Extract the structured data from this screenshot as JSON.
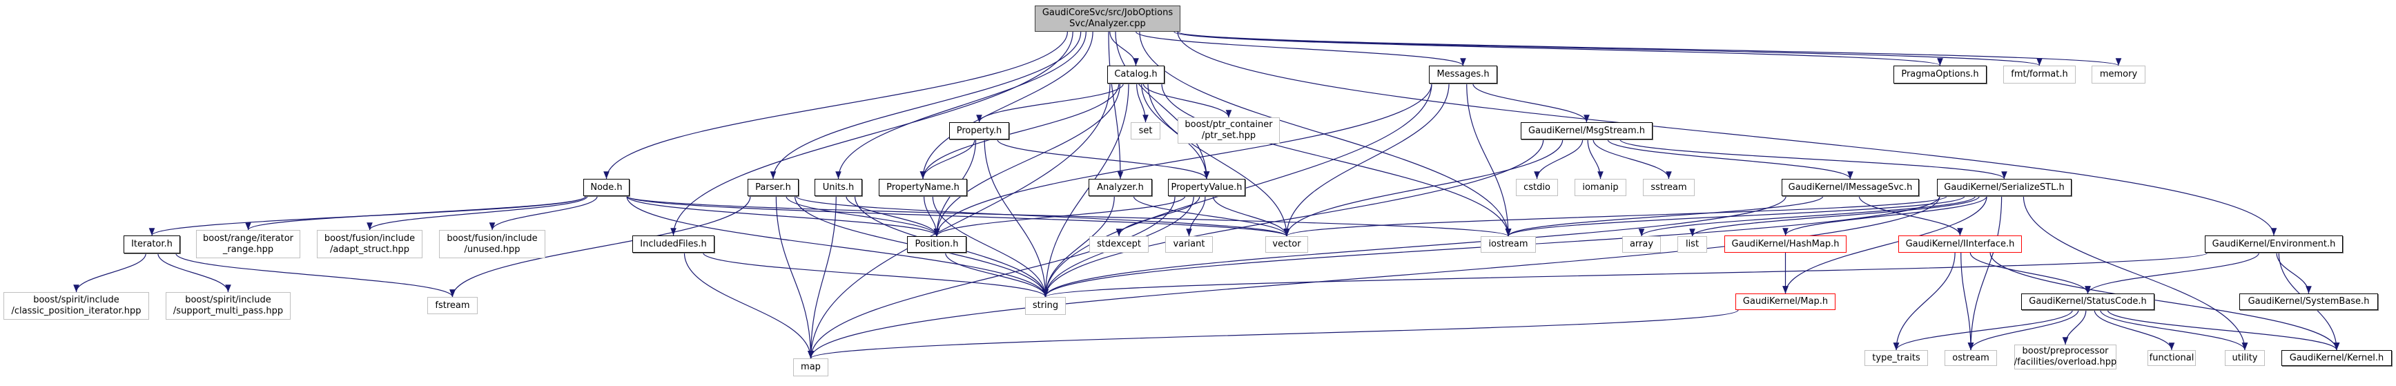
{
  "diagram": {
    "title": "GaudiCoreSvc/src/JobOptionsSvc/Analyzer.cpp include dependency graph",
    "colors": {
      "edge": "#191970",
      "root_fill": "#bfbfbf",
      "file_border": "#000000",
      "external_border": "#bfbfbf",
      "missing_border": "#ff0000"
    },
    "nodes": [
      {
        "id": "root",
        "label": "GaudiCoreSvc/src/JobOptions\nSvc/Analyzer.cpp",
        "kind": "root"
      },
      {
        "id": "catalog",
        "label": "Catalog.h",
        "kind": "file"
      },
      {
        "id": "messages",
        "label": "Messages.h",
        "kind": "file"
      },
      {
        "id": "pragma",
        "label": "PragmaOptions.h",
        "kind": "file"
      },
      {
        "id": "fmt",
        "label": "fmt/format.h",
        "kind": "external"
      },
      {
        "id": "memory",
        "label": "memory",
        "kind": "external"
      },
      {
        "id": "property",
        "label": "Property.h",
        "kind": "file"
      },
      {
        "id": "set",
        "label": "set",
        "kind": "external"
      },
      {
        "id": "ptrset",
        "label": "boost/ptr_container\n/ptr_set.hpp",
        "kind": "external"
      },
      {
        "id": "msgstream",
        "label": "GaudiKernel/MsgStream.h",
        "kind": "file"
      },
      {
        "id": "node",
        "label": "Node.h",
        "kind": "file"
      },
      {
        "id": "parser",
        "label": "Parser.h",
        "kind": "file"
      },
      {
        "id": "units",
        "label": "Units.h",
        "kind": "file"
      },
      {
        "id": "propname",
        "label": "PropertyName.h",
        "kind": "file"
      },
      {
        "id": "analyzerh",
        "label": "Analyzer.h",
        "kind": "file"
      },
      {
        "id": "propvalue",
        "label": "PropertyValue.h",
        "kind": "file"
      },
      {
        "id": "cstdio",
        "label": "cstdio",
        "kind": "external"
      },
      {
        "id": "iomanip",
        "label": "iomanip",
        "kind": "external"
      },
      {
        "id": "sstream",
        "label": "sstream",
        "kind": "external"
      },
      {
        "id": "imsgsvc",
        "label": "GaudiKernel/IMessageSvc.h",
        "kind": "file"
      },
      {
        "id": "serialize",
        "label": "GaudiKernel/SerializeSTL.h",
        "kind": "file"
      },
      {
        "id": "iterator",
        "label": "Iterator.h",
        "kind": "file"
      },
      {
        "id": "itrange",
        "label": "boost/range/iterator\n_range.hpp",
        "kind": "external"
      },
      {
        "id": "adapt",
        "label": "boost/fusion/include\n/adapt_struct.hpp",
        "kind": "external"
      },
      {
        "id": "unused",
        "label": "boost/fusion/include\n/unused.hpp",
        "kind": "external"
      },
      {
        "id": "included",
        "label": "IncludedFiles.h",
        "kind": "file"
      },
      {
        "id": "position",
        "label": "Position.h",
        "kind": "file"
      },
      {
        "id": "stdexcept",
        "label": "stdexcept",
        "kind": "external"
      },
      {
        "id": "variant",
        "label": "variant",
        "kind": "external"
      },
      {
        "id": "vector",
        "label": "vector",
        "kind": "external"
      },
      {
        "id": "iostream",
        "label": "iostream",
        "kind": "external"
      },
      {
        "id": "array",
        "label": "array",
        "kind": "external"
      },
      {
        "id": "list",
        "label": "list",
        "kind": "external"
      },
      {
        "id": "hashmap",
        "label": "GaudiKernel/HashMap.h",
        "kind": "missing"
      },
      {
        "id": "iinterface",
        "label": "GaudiKernel/IInterface.h",
        "kind": "missing"
      },
      {
        "id": "environment",
        "label": "GaudiKernel/Environment.h",
        "kind": "file"
      },
      {
        "id": "classicpos",
        "label": "boost/spirit/include\n/classic_position_iterator.hpp",
        "kind": "external"
      },
      {
        "id": "multipass",
        "label": "boost/spirit/include\n/support_multi_pass.hpp",
        "kind": "external"
      },
      {
        "id": "fstream",
        "label": "fstream",
        "kind": "external"
      },
      {
        "id": "string",
        "label": "string",
        "kind": "external"
      },
      {
        "id": "map",
        "label": "map",
        "kind": "external"
      },
      {
        "id": "maph",
        "label": "GaudiKernel/Map.h",
        "kind": "missing"
      },
      {
        "id": "statuscode",
        "label": "GaudiKernel/StatusCode.h",
        "kind": "file"
      },
      {
        "id": "systembase",
        "label": "GaudiKernel/SystemBase.h",
        "kind": "file"
      },
      {
        "id": "typetraits",
        "label": "type_traits",
        "kind": "external"
      },
      {
        "id": "ostream",
        "label": "ostream",
        "kind": "external"
      },
      {
        "id": "overload",
        "label": "boost/preprocessor\n/facilities/overload.hpp",
        "kind": "external"
      },
      {
        "id": "functional",
        "label": "functional",
        "kind": "external"
      },
      {
        "id": "utility",
        "label": "utility",
        "kind": "external"
      },
      {
        "id": "kernel",
        "label": "GaudiKernel/Kernel.h",
        "kind": "file"
      }
    ],
    "edges": [
      [
        "root",
        "catalog"
      ],
      [
        "root",
        "messages"
      ],
      [
        "root",
        "pragma"
      ],
      [
        "root",
        "fmt"
      ],
      [
        "root",
        "memory"
      ],
      [
        "root",
        "node"
      ],
      [
        "root",
        "included"
      ],
      [
        "root",
        "parser"
      ],
      [
        "root",
        "units"
      ],
      [
        "root",
        "propname"
      ],
      [
        "root",
        "analyzerh"
      ],
      [
        "root",
        "propvalue"
      ],
      [
        "root",
        "environment"
      ],
      [
        "root",
        "iostream"
      ],
      [
        "catalog",
        "property"
      ],
      [
        "catalog",
        "set"
      ],
      [
        "catalog",
        "ptrset"
      ],
      [
        "catalog",
        "propvalue"
      ],
      [
        "catalog",
        "propname"
      ],
      [
        "catalog",
        "position"
      ],
      [
        "catalog",
        "vector"
      ],
      [
        "catalog",
        "string"
      ],
      [
        "catalog",
        "map"
      ],
      [
        "catalog",
        "iostream"
      ],
      [
        "property",
        "propname"
      ],
      [
        "property",
        "propvalue"
      ],
      [
        "property",
        "position"
      ],
      [
        "property",
        "string"
      ],
      [
        "messages",
        "msgstream"
      ],
      [
        "messages",
        "position"
      ],
      [
        "messages",
        "string"
      ],
      [
        "messages",
        "vector"
      ],
      [
        "messages",
        "iostream"
      ],
      [
        "msgstream",
        "cstdio"
      ],
      [
        "msgstream",
        "iomanip"
      ],
      [
        "msgstream",
        "sstream"
      ],
      [
        "msgstream",
        "imsgsvc"
      ],
      [
        "msgstream",
        "serialize"
      ],
      [
        "msgstream",
        "vector"
      ],
      [
        "msgstream",
        "string"
      ],
      [
        "node",
        "iterator"
      ],
      [
        "node",
        "itrange"
      ],
      [
        "node",
        "adapt"
      ],
      [
        "node",
        "unused"
      ],
      [
        "node",
        "position"
      ],
      [
        "node",
        "string"
      ],
      [
        "node",
        "vector"
      ],
      [
        "node",
        "iostream"
      ],
      [
        "iterator",
        "classicpos"
      ],
      [
        "iterator",
        "multipass"
      ],
      [
        "iterator",
        "fstream"
      ],
      [
        "parser",
        "fstream"
      ],
      [
        "parser",
        "position"
      ],
      [
        "parser",
        "string"
      ],
      [
        "parser",
        "map"
      ],
      [
        "parser",
        "vector"
      ],
      [
        "units",
        "position"
      ],
      [
        "units",
        "string"
      ],
      [
        "units",
        "map"
      ],
      [
        "propname",
        "position"
      ],
      [
        "propname",
        "string"
      ],
      [
        "analyzerh",
        "string"
      ],
      [
        "analyzerh",
        "vector"
      ],
      [
        "propvalue",
        "position"
      ],
      [
        "propvalue",
        "stdexcept"
      ],
      [
        "propvalue",
        "variant"
      ],
      [
        "propvalue",
        "vector"
      ],
      [
        "propvalue",
        "string"
      ],
      [
        "propvalue",
        "map"
      ],
      [
        "included",
        "map"
      ],
      [
        "included",
        "string"
      ],
      [
        "position",
        "string"
      ],
      [
        "imsgsvc",
        "iinterface"
      ],
      [
        "imsgsvc",
        "string"
      ],
      [
        "imsgsvc",
        "iostream"
      ],
      [
        "serialize",
        "array"
      ],
      [
        "serialize",
        "list"
      ],
      [
        "serialize",
        "hashmap"
      ],
      [
        "serialize",
        "maph"
      ],
      [
        "serialize",
        "vector"
      ],
      [
        "serialize",
        "iostream"
      ],
      [
        "serialize",
        "string"
      ],
      [
        "serialize",
        "ostream"
      ],
      [
        "serialize",
        "utility"
      ],
      [
        "serialize",
        "map"
      ],
      [
        "hashmap",
        "maph"
      ],
      [
        "maph",
        "map"
      ],
      [
        "iinterface",
        "typetraits"
      ],
      [
        "iinterface",
        "ostream"
      ],
      [
        "iinterface",
        "statuscode"
      ],
      [
        "iinterface",
        "kernel"
      ],
      [
        "environment",
        "statuscode"
      ],
      [
        "environment",
        "systembase"
      ],
      [
        "environment",
        "kernel"
      ],
      [
        "environment",
        "string"
      ],
      [
        "statuscode",
        "typetraits"
      ],
      [
        "statuscode",
        "ostream"
      ],
      [
        "statuscode",
        "overload"
      ],
      [
        "statuscode",
        "functional"
      ],
      [
        "statuscode",
        "utility"
      ],
      [
        "statuscode",
        "kernel"
      ]
    ]
  }
}
